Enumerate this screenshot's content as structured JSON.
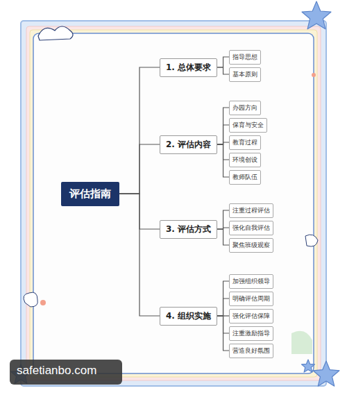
{
  "diagram": {
    "nodes": [
      {
        "text": [
          "评估指南"
        ]
      },
      {
        "text": [
          "1. 总体要求"
        ]
      },
      {
        "text": [
          "指导思想"
        ]
      },
      {
        "text": [
          "基本原则"
        ]
      },
      {
        "text": [
          "2. 评估内容"
        ]
      },
      {
        "text": [
          "办园方向"
        ]
      },
      {
        "text": [
          "保育与安全"
        ]
      },
      {
        "text": [
          "教育过程"
        ]
      },
      {
        "text": [
          "环境创设"
        ]
      },
      {
        "text": [
          "教师队伍"
        ]
      },
      {
        "text": [
          "3. 评估方式"
        ]
      },
      {
        "text": [
          "注重过程评估"
        ]
      },
      {
        "text": [
          "强化自我评估"
        ]
      },
      {
        "text": [
          "聚焦班级观察"
        ]
      },
      {
        "text": [
          "4. 组织实施"
        ]
      },
      {
        "text": [
          "加强组织领导"
        ]
      },
      {
        "text": [
          "明确评估周期"
        ]
      },
      {
        "text": [
          "强化评估保障"
        ]
      },
      {
        "text": [
          "注重激励指导"
        ]
      },
      {
        "text": [
          "营造良好氛围"
        ]
      }
    ],
    "edges": [
      {
        "from": 0,
        "to": 1,
        "arrow": "none"
      },
      {
        "from": 0,
        "to": 4,
        "arrow": "none"
      },
      {
        "from": 0,
        "to": 10,
        "arrow": "none"
      },
      {
        "from": 0,
        "to": 14,
        "arrow": "none"
      },
      {
        "from": 1,
        "to": 2,
        "arrow": "none"
      },
      {
        "from": 1,
        "to": 3,
        "arrow": "none"
      },
      {
        "from": 4,
        "to": 5,
        "arrow": "none"
      },
      {
        "from": 4,
        "to": 6,
        "arrow": "none"
      },
      {
        "from": 4,
        "to": 7,
        "arrow": "none"
      },
      {
        "from": 4,
        "to": 8,
        "arrow": "none"
      },
      {
        "from": 4,
        "to": 9,
        "arrow": "none"
      },
      {
        "from": 10,
        "to": 11,
        "arrow": "none"
      },
      {
        "from": 10,
        "to": 12,
        "arrow": "none"
      },
      {
        "from": 10,
        "to": 13,
        "arrow": "none"
      },
      {
        "from": 14,
        "to": 15,
        "arrow": "none"
      },
      {
        "from": 14,
        "to": 16,
        "arrow": "none"
      },
      {
        "from": 14,
        "to": 17,
        "arrow": "none"
      },
      {
        "from": 14,
        "to": 18,
        "arrow": "none"
      },
      {
        "from": 14,
        "to": 19,
        "arrow": "none"
      }
    ],
    "labels": [
      "safetianbo.com"
    ]
  }
}
